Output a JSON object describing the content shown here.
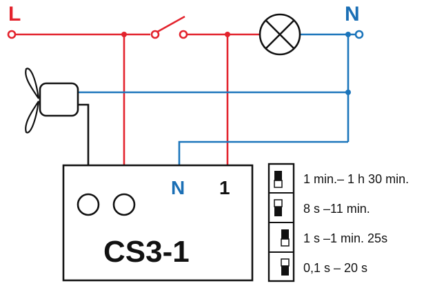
{
  "colors": {
    "live": "#e3232d",
    "neutral": "#1b75bb",
    "neutral_label": "#1b6fb5",
    "outline": "#111111"
  },
  "labels": {
    "line": "L",
    "neutral_top": "N",
    "device_neutral": "N",
    "device_switched": "1",
    "device_name": "CS3-1"
  },
  "ranges": [
    "1 min.– 1 h 30 min.",
    "8 s –11 min.",
    "1 s –1 min. 25s",
    "0,1 s – 20 s"
  ],
  "icons": {
    "lamp": "lamp-icon",
    "fan": "fan-icon",
    "switch": "switch-icon",
    "dip": "dip-switch-icon"
  }
}
